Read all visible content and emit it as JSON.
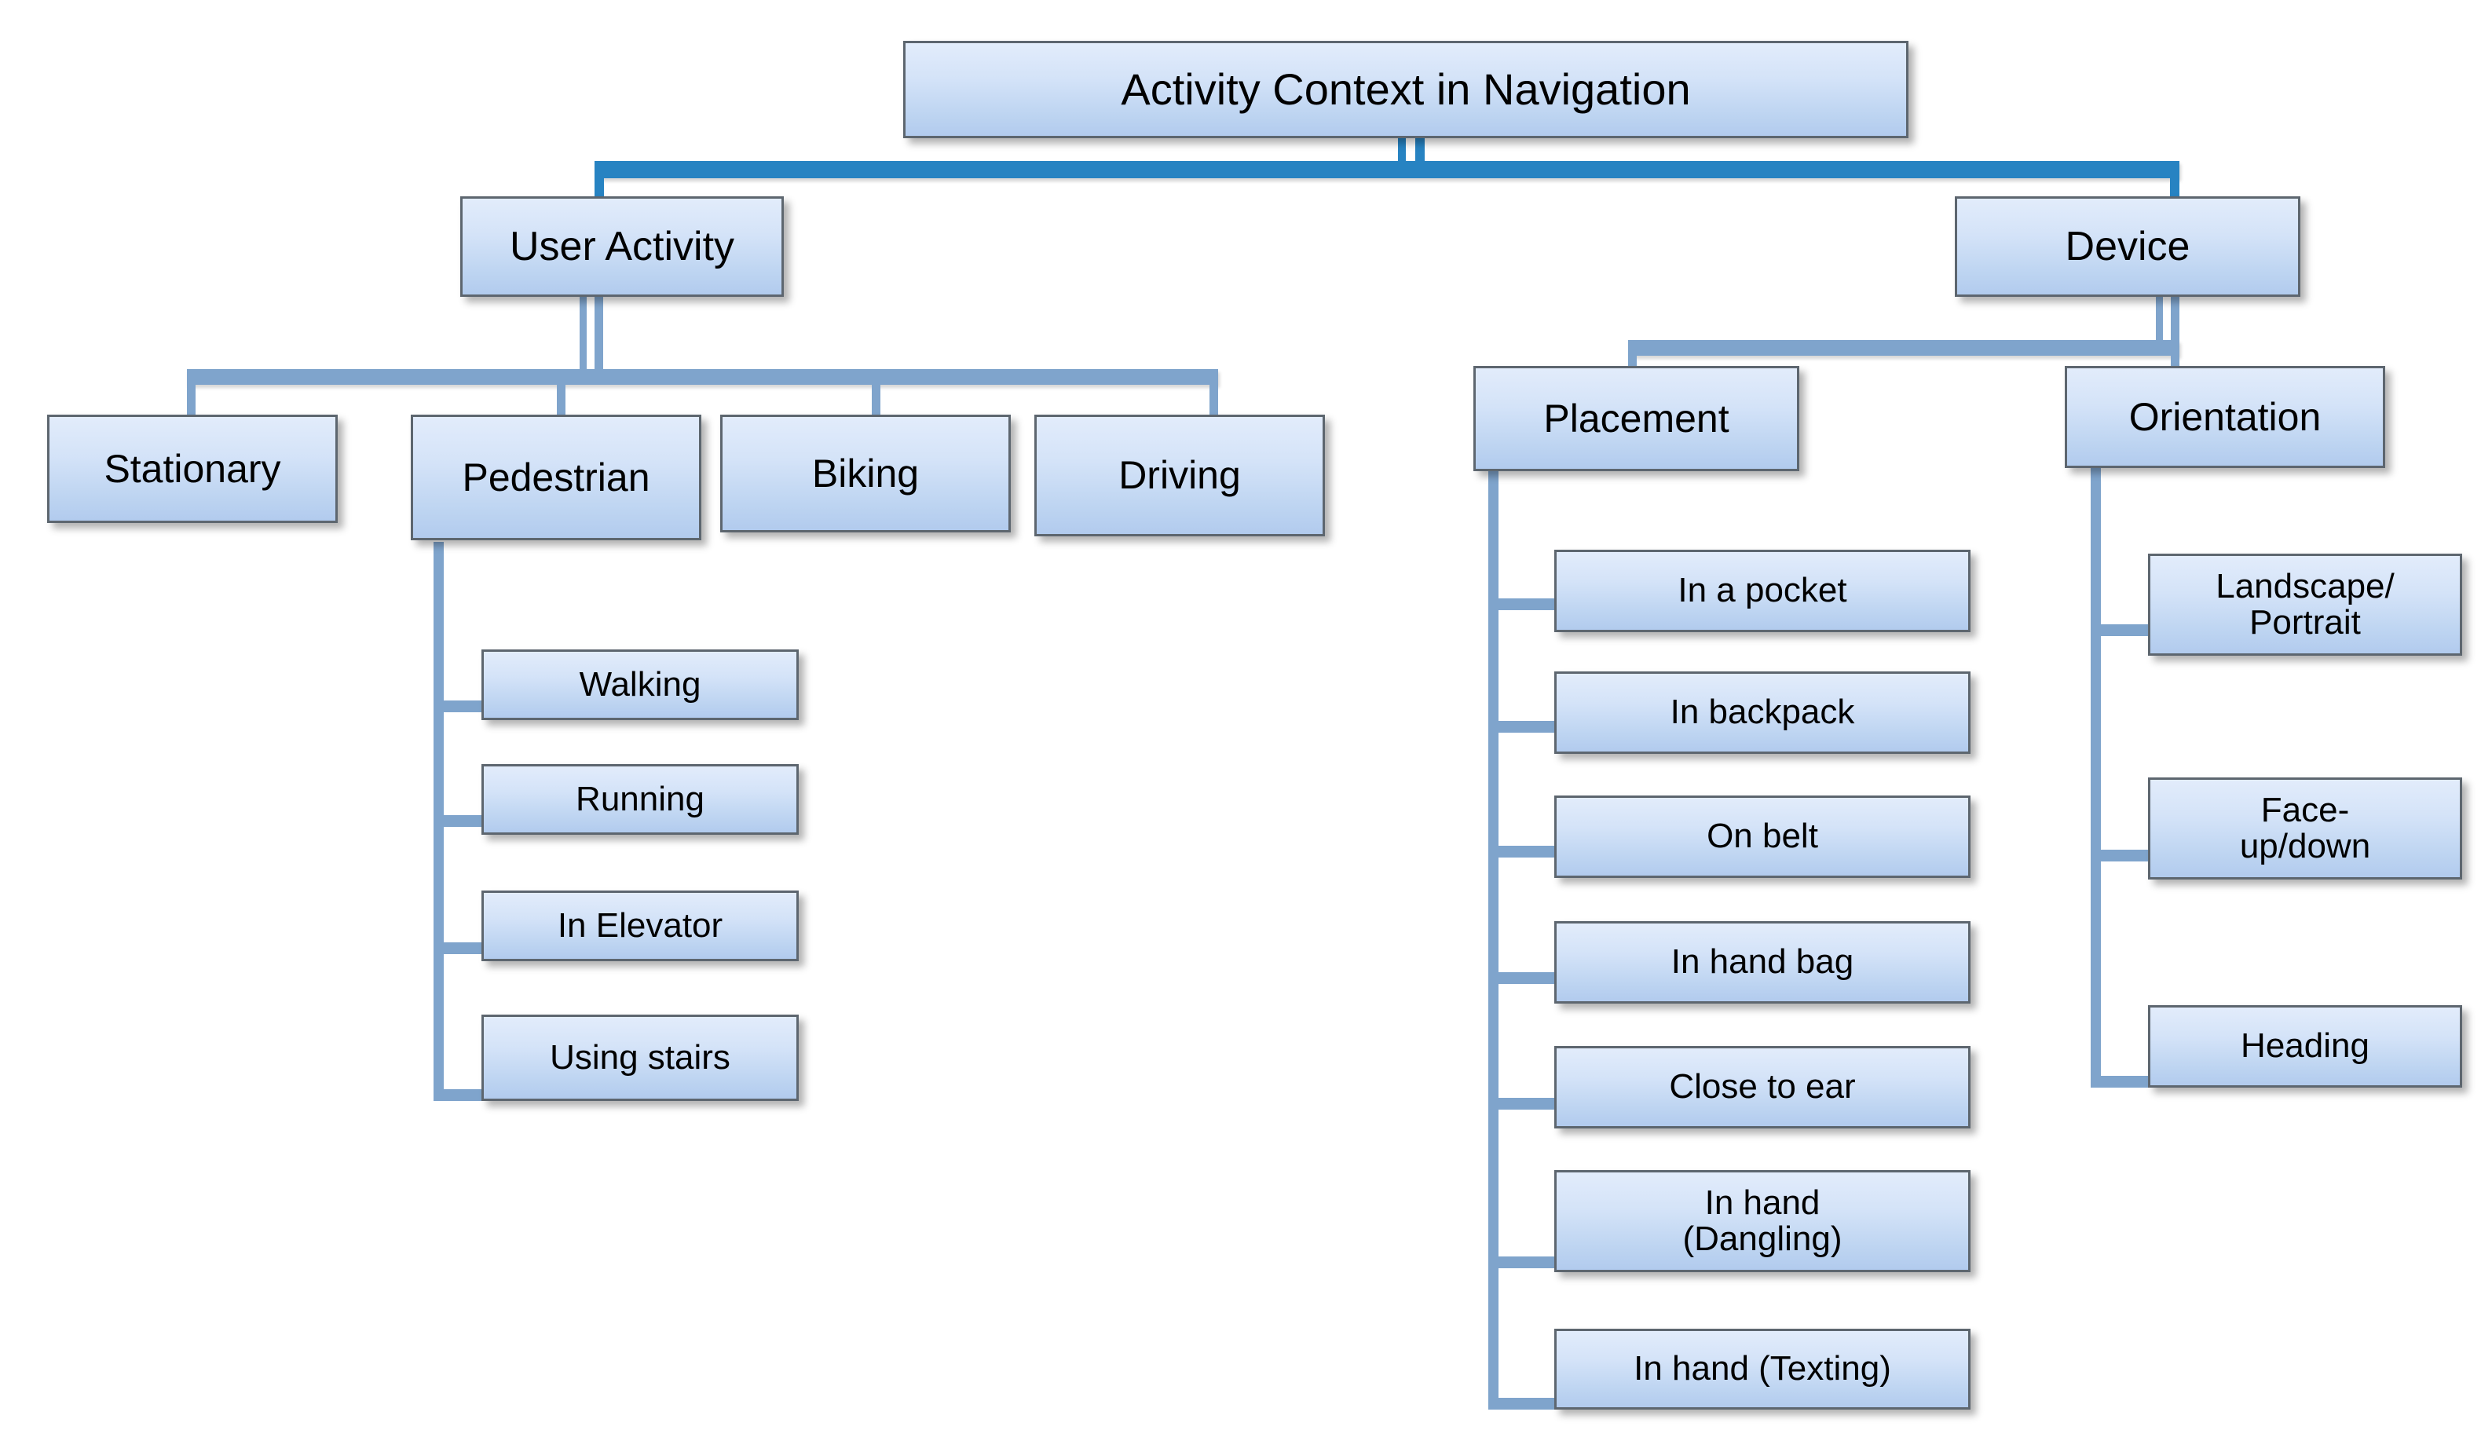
{
  "diagram": {
    "title": "Activity Context in Navigation",
    "type": "organizational-tree",
    "colors": {
      "box_fill_top": "#e2ecfb",
      "box_fill_bottom": "#b2cbee",
      "box_border": "#5d666f",
      "connector_primary": "#2783c2",
      "connector_secondary": "#7fa4cc",
      "text": "#000000",
      "background": "#ffffff"
    },
    "root": {
      "label": "Activity Context in Navigation"
    },
    "branches": [
      {
        "label": "User Activity",
        "children": [
          {
            "label": "Stationary",
            "children": []
          },
          {
            "label": "Pedestrian",
            "children": [
              {
                "label": "Walking"
              },
              {
                "label": "Running"
              },
              {
                "label": "In Elevator"
              },
              {
                "label": "Using stairs"
              }
            ]
          },
          {
            "label": "Biking",
            "children": []
          },
          {
            "label": "Driving",
            "children": []
          }
        ]
      },
      {
        "label": "Device",
        "children": [
          {
            "label": "Placement",
            "children": [
              {
                "label": "In a pocket"
              },
              {
                "label": "In backpack"
              },
              {
                "label": "On belt"
              },
              {
                "label": "In hand bag"
              },
              {
                "label": "Close to ear"
              },
              {
                "label": "In hand\n(Dangling)"
              },
              {
                "label": "In hand (Texting)"
              }
            ]
          },
          {
            "label": "Orientation",
            "children": [
              {
                "label": "Landscape/\nPortrait"
              },
              {
                "label": "Face-\nup/down"
              },
              {
                "label": "Heading"
              }
            ]
          }
        ]
      }
    ]
  },
  "nodes": {
    "root": "Activity Context in Navigation",
    "user_activity": "User Activity",
    "device": "Device",
    "stationary": "Stationary",
    "pedestrian": "Pedestrian",
    "biking": "Biking",
    "driving": "Driving",
    "walking": "Walking",
    "running": "Running",
    "in_elevator": "In Elevator",
    "using_stairs": "Using stairs",
    "placement": "Placement",
    "orientation": "Orientation",
    "in_a_pocket": "In a pocket",
    "in_backpack": "In backpack",
    "on_belt": "On belt",
    "in_hand_bag": "In hand bag",
    "close_to_ear": "Close to ear",
    "in_hand_dangling_l1": "In hand",
    "in_hand_dangling_l2": "(Dangling)",
    "in_hand_texting": "In hand (Texting)",
    "landscape_portrait_l1": "Landscape/",
    "landscape_portrait_l2": "Portrait",
    "face_updown_l1": "Face-",
    "face_updown_l2": "up/down",
    "heading": "Heading"
  }
}
